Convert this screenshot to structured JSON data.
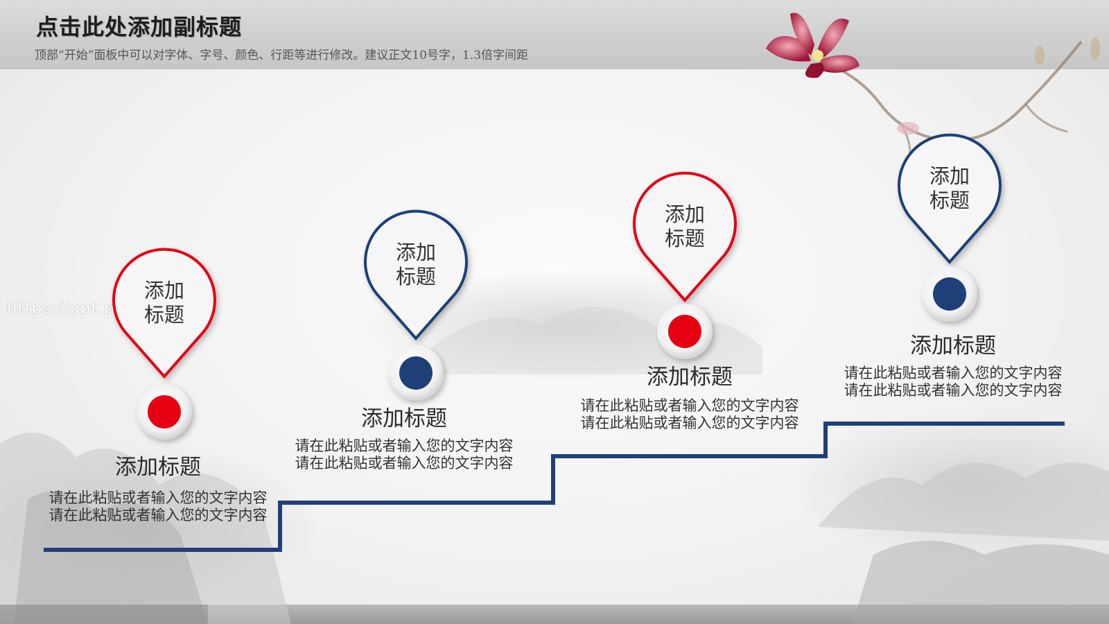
{
  "slide": {
    "title": "点击此处添加副标题",
    "subtitle": "顶部“开始”面板中可以对字体、字号、颜色、行距等进行修改。建议正文10号字，1.3倍字间距",
    "watermark": "https://ppt.pkll",
    "colors": {
      "red": "#e60012",
      "navy": "#1f3f78",
      "line": "#1f3f78"
    }
  },
  "steps": [
    {
      "pin_label": "添加\n标题",
      "title": "添加标题",
      "text": "请在此粘贴或者输入您的文字内容请在此粘贴或者输入您的文字内容",
      "color": "red"
    },
    {
      "pin_label": "添加\n标题",
      "title": "添加标题",
      "text": "请在此粘贴或者输入您的文字内容请在此粘贴或者输入您的文字内容",
      "color": "navy"
    },
    {
      "pin_label": "添加\n标题",
      "title": "添加标题",
      "text": "请在此粘贴或者输入您的文字内容请在此粘贴或者输入您的文字内容",
      "color": "red"
    },
    {
      "pin_label": "添加\n标题",
      "title": "添加标题",
      "text": "请在此粘贴或者输入您的文字内容请在此粘贴或者输入您的文字内容",
      "color": "navy"
    }
  ]
}
